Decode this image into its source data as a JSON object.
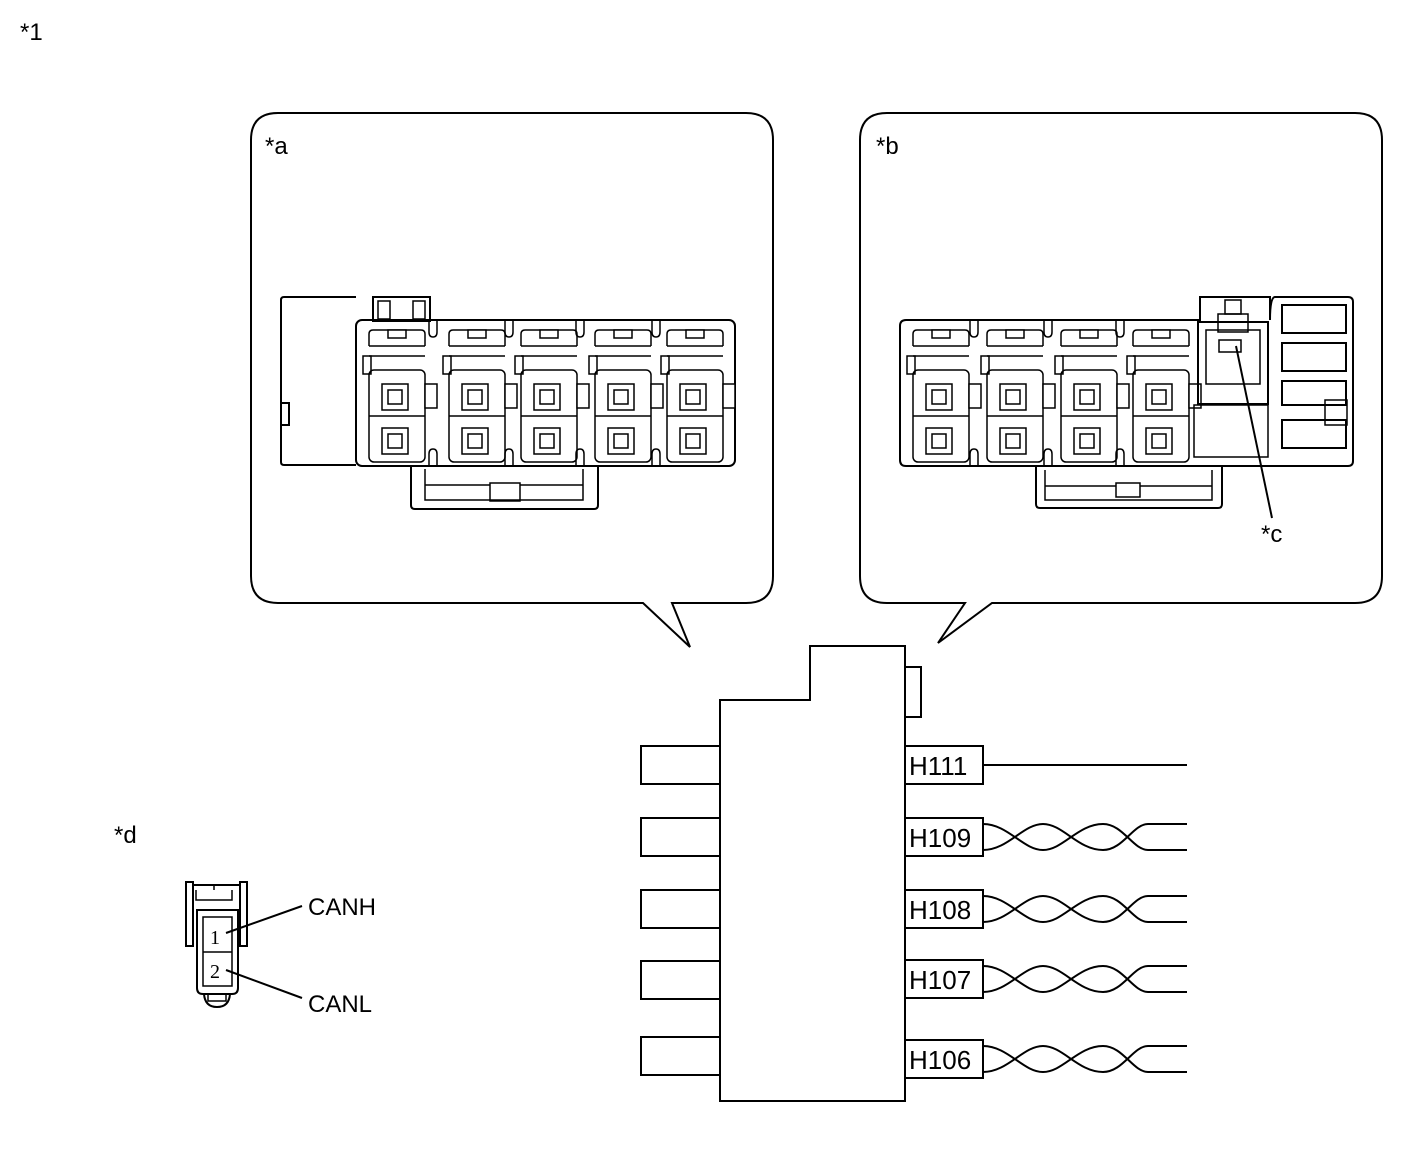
{
  "labels": {
    "figure": "*1",
    "view_a": "*a",
    "view_b": "*b",
    "callout_c": "*c",
    "view_d": "*d"
  },
  "pins": {
    "pin1": "1",
    "pin2": "2",
    "canh": "CANH",
    "canl": "CANL"
  },
  "connectors": [
    "H111",
    "H109",
    "H108",
    "H107",
    "H106"
  ]
}
